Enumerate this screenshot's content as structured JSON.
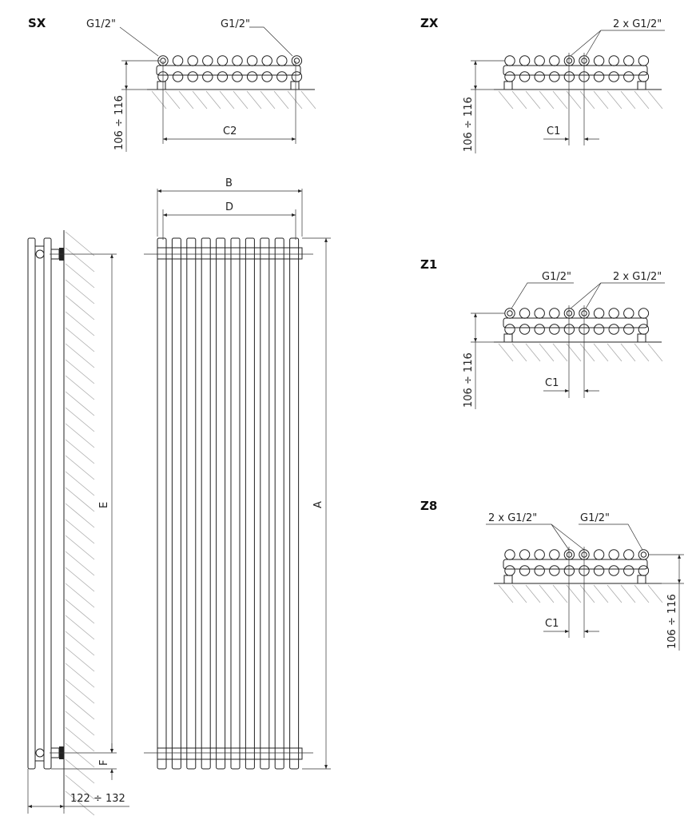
{
  "sx": {
    "title": "SX",
    "connection_left": "G1/2\"",
    "connection_right": "G1/2\"",
    "height_dim": "106 ÷ 116",
    "spacing_dim": "C2"
  },
  "zx": {
    "title": "ZX",
    "connection": "2 x G1/2\"",
    "height_dim": "106 ÷ 116",
    "spacing_dim": "C1"
  },
  "z1": {
    "title": "Z1",
    "connection_left": "G1/2\"",
    "connection_right": "2 x G1/2\"",
    "height_dim": "106 ÷ 116",
    "spacing_dim": "C1"
  },
  "z8": {
    "title": "Z8",
    "connection_left": "2 x G1/2\"",
    "connection_right": "G1/2\"",
    "height_dim": "106 ÷ 116",
    "spacing_dim": "C1"
  },
  "front": {
    "width_dim": "B",
    "inner_width_dim": "D",
    "height_dim": "A"
  },
  "side": {
    "axis_dim": "E",
    "offset_dim": "F",
    "depth_dim": "122 ÷ 132"
  }
}
